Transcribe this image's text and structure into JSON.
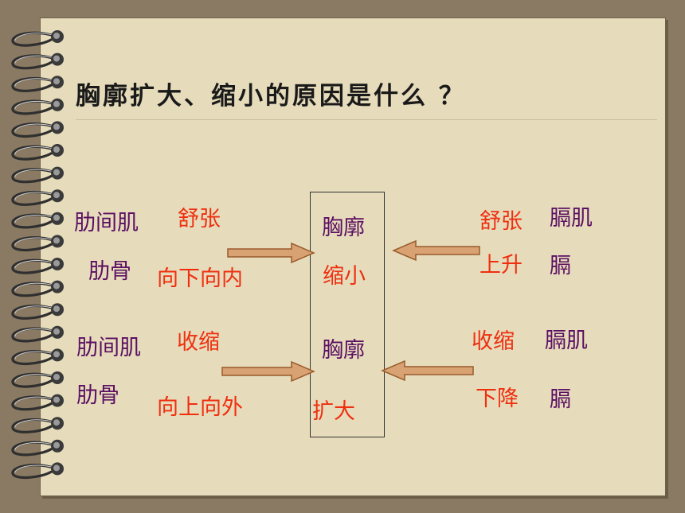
{
  "title": "胸廓扩大、缩小的原因是什么 ？",
  "left_top": {
    "muscle": "肋间肌",
    "muscle_state": "舒张",
    "rib": "肋骨",
    "rib_motion": "向下向内"
  },
  "left_bottom": {
    "muscle": "肋间肌",
    "muscle_state": "收缩",
    "rib": "肋骨",
    "rib_motion": "向上向外"
  },
  "center_top": {
    "line1": "胸廓",
    "line2": "缩小"
  },
  "center_bottom": {
    "line1": "胸廓",
    "line2": "扩大"
  },
  "right_top": {
    "muscle_state": "舒张",
    "muscle": "膈肌",
    "motion": "上升",
    "organ": "膈"
  },
  "right_bottom": {
    "muscle_state": "收缩",
    "muscle": "膈肌",
    "motion": "下降",
    "organ": "膈"
  },
  "colors": {
    "purple": "#5b0f62",
    "red": "#ef2f10",
    "arrow_fill": "#d9a273",
    "arrow_stroke": "#9a5b2c",
    "paper": "#e6dcbb",
    "frame": "#8a7a63"
  }
}
